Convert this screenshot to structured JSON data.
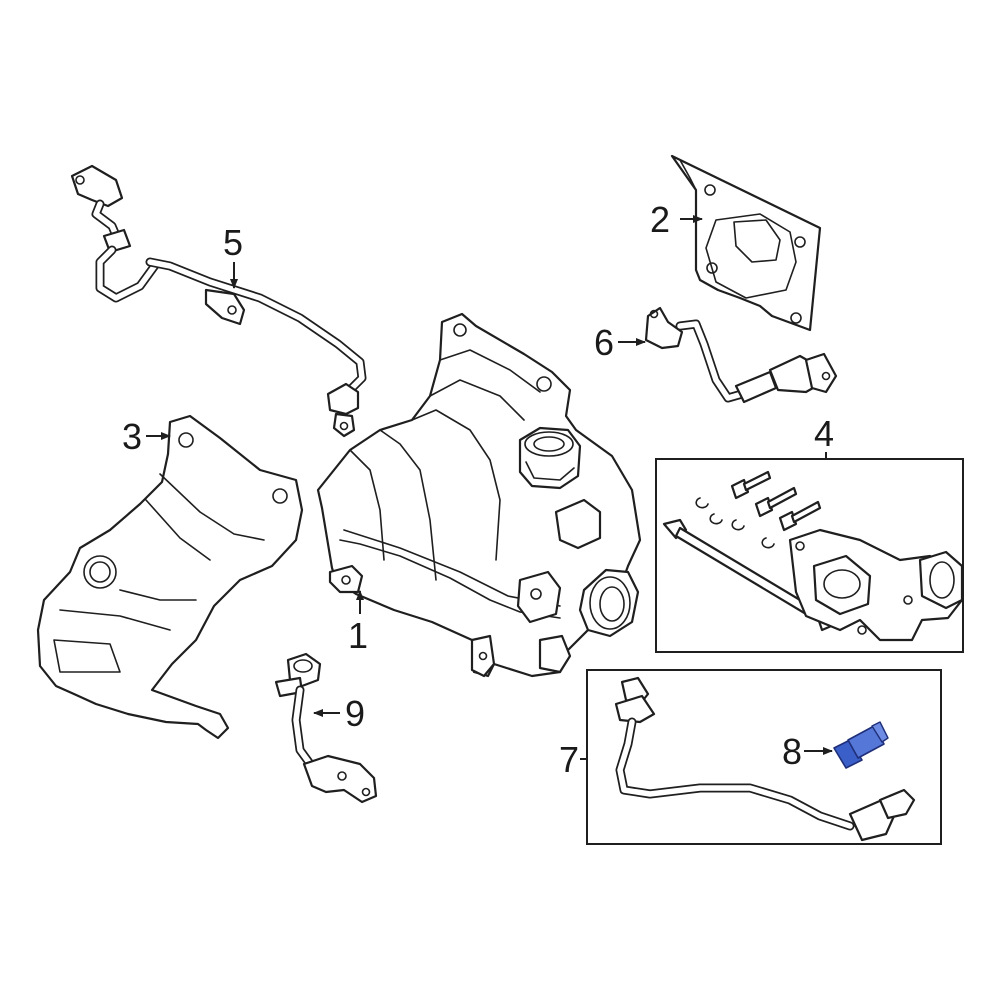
{
  "callouts": {
    "c1": "1",
    "c2": "2",
    "c3": "3",
    "c4": "4",
    "c5": "5",
    "c6": "6",
    "c7": "7",
    "c8": "8",
    "c9": "9"
  },
  "highlight_color": "#3a5fc8"
}
